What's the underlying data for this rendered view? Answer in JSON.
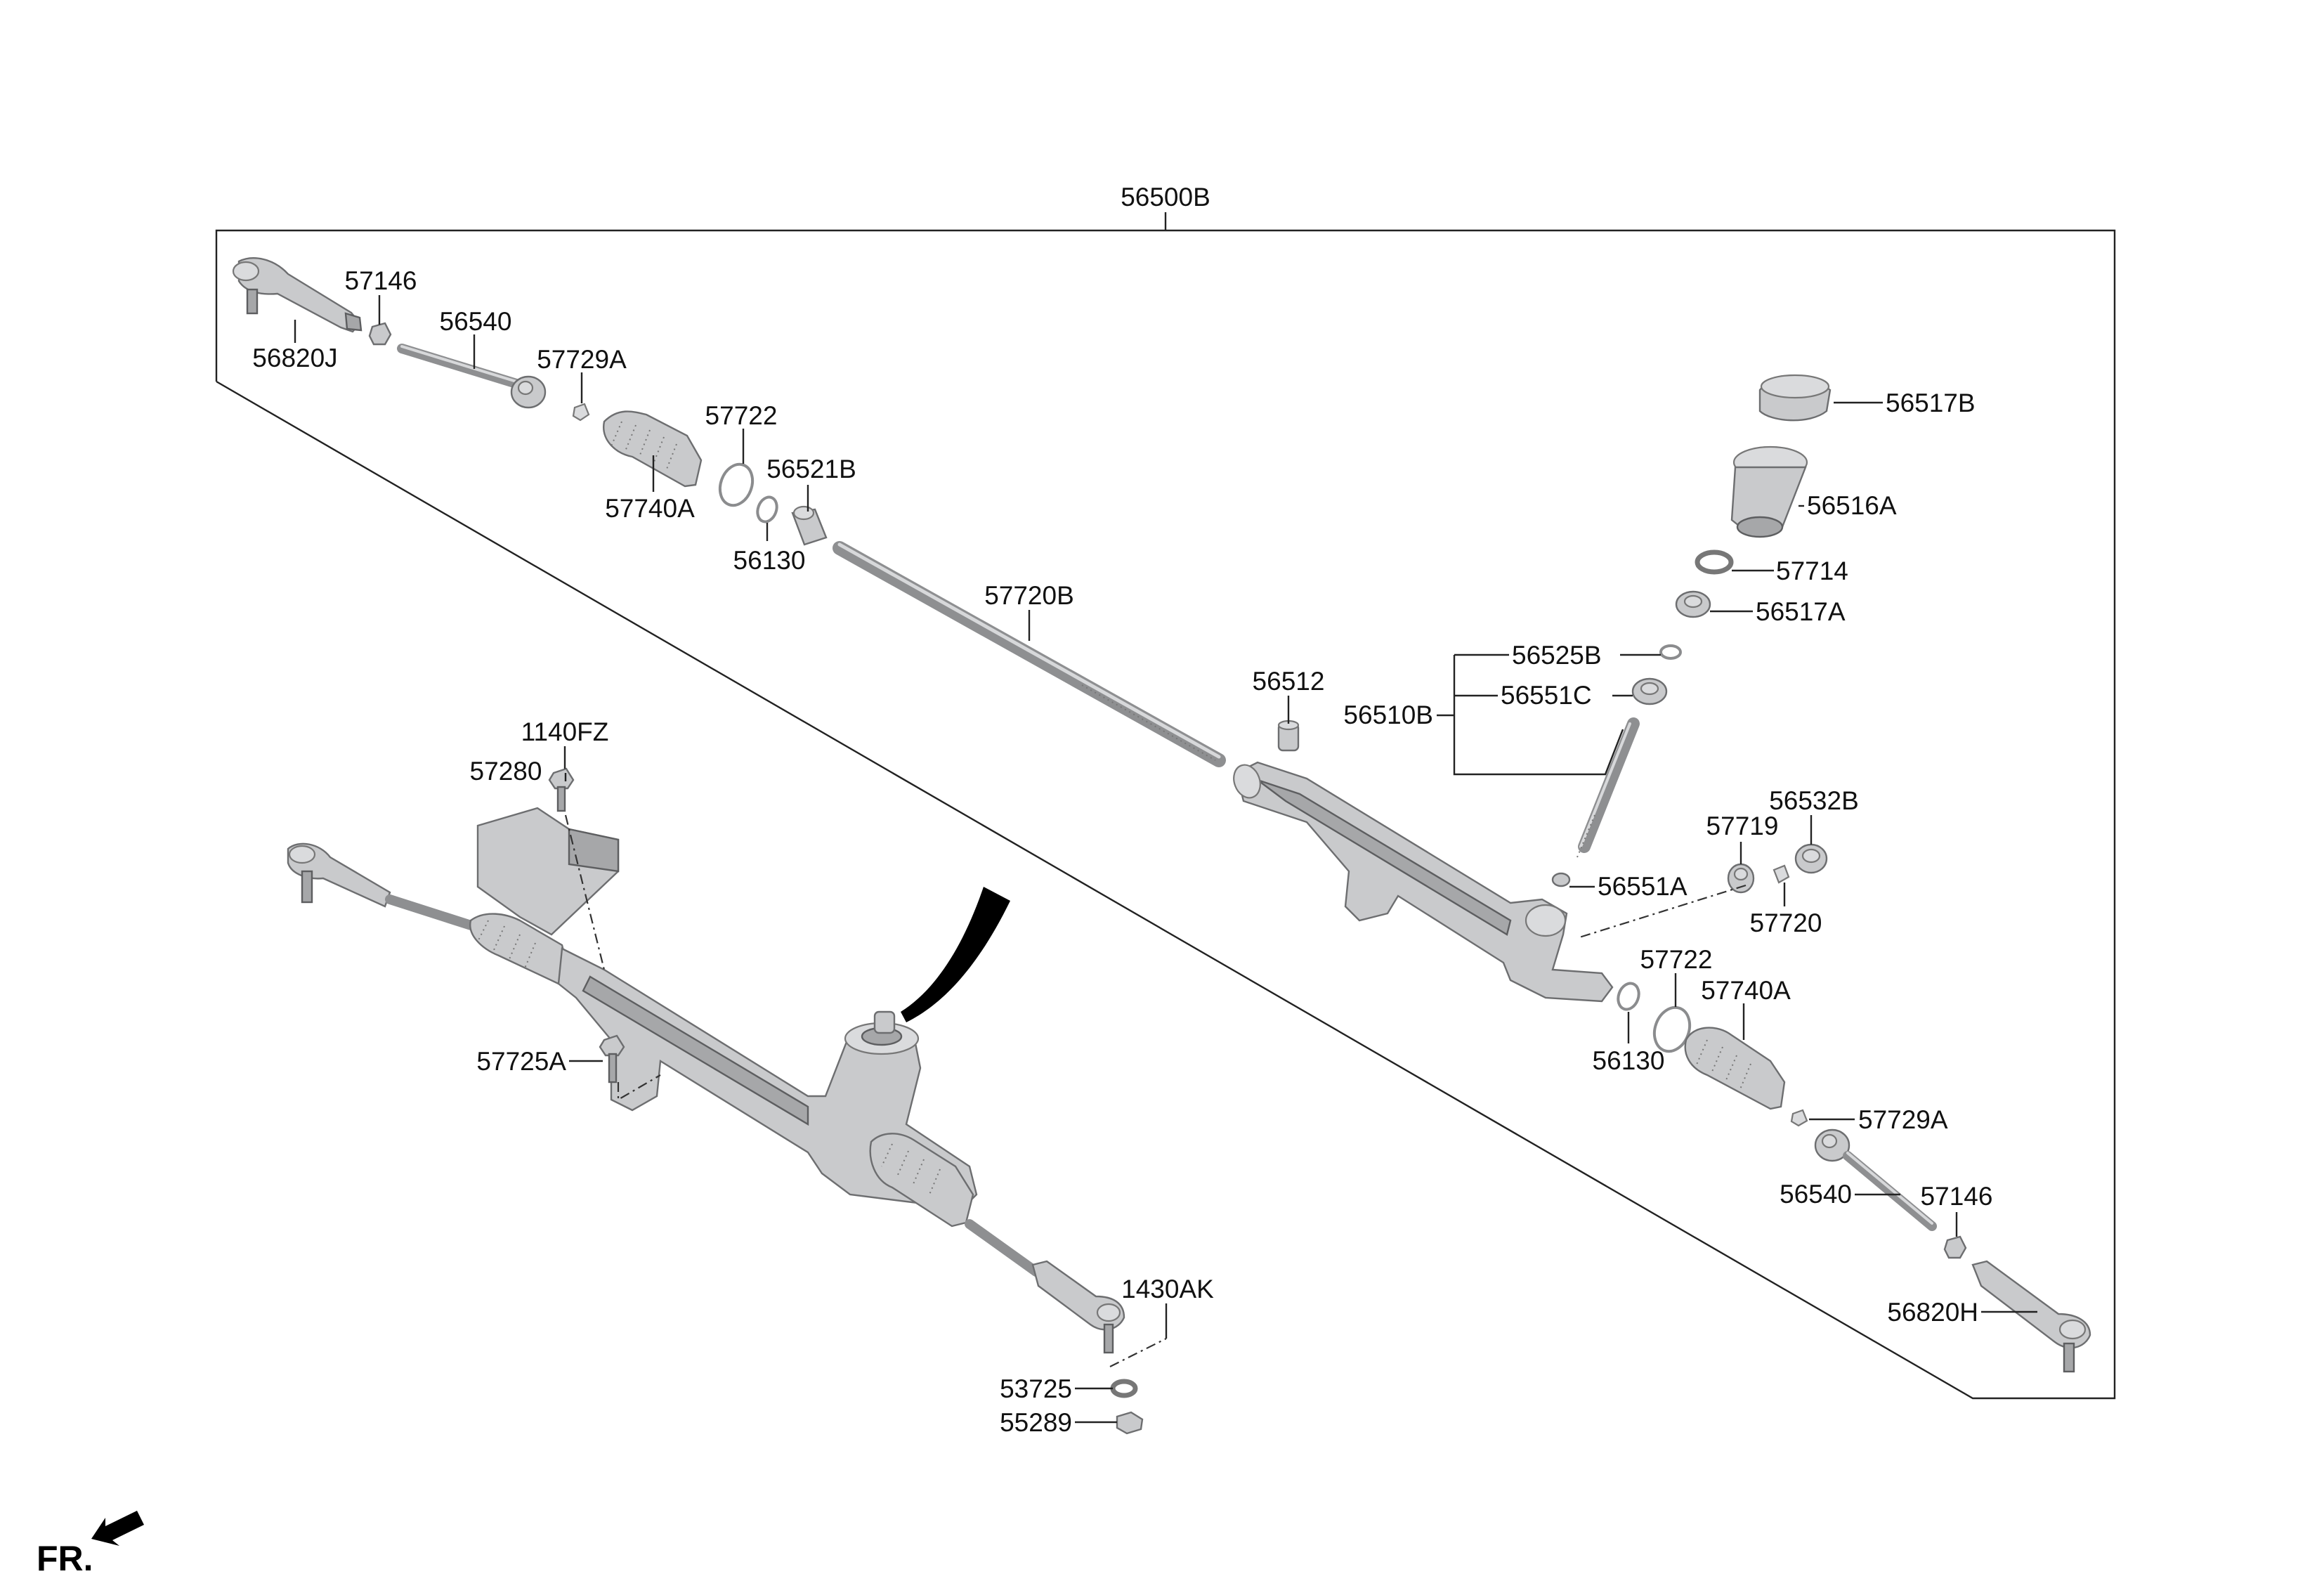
{
  "diagram": {
    "assembly_label": "56500B",
    "orientation_label": "FR.",
    "part_numbers": {
      "p56820J": "56820J",
      "p57146_left": "57146",
      "p56540_left": "56540",
      "p57729A_left": "57729A",
      "p57722_left": "57722",
      "p57740A_left": "57740A",
      "p56521B": "56521B",
      "p56130_left": "56130",
      "p57720B": "57720B",
      "p56512": "56512",
      "p56510B": "56510B",
      "p56525B": "56525B",
      "p56551C": "56551C",
      "p56517B": "56517B",
      "p56516A": "56516A",
      "p57714": "57714",
      "p56517A": "56517A",
      "p56532B": "56532B",
      "p57719": "57719",
      "p56551A": "56551A",
      "p57720": "57720",
      "p57722_right": "57722",
      "p57740A_right": "57740A",
      "p56130_right": "56130",
      "p57729A_right": "57729A",
      "p56540_right": "56540",
      "p57146_right": "57146",
      "p56820H": "56820H",
      "p1140FZ": "1140FZ",
      "p57280": "57280",
      "p57725A": "57725A",
      "p1430AK": "1430AK",
      "p53725": "53725",
      "p55289": "55289"
    }
  }
}
